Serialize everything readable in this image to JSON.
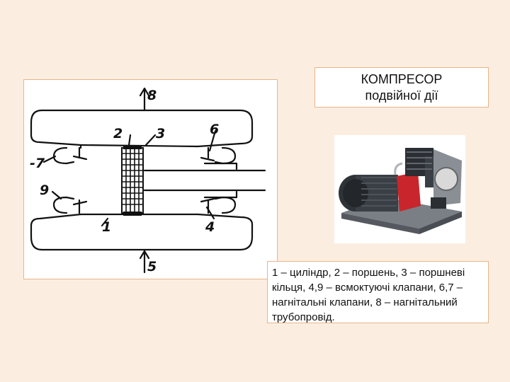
{
  "title": {
    "line1": "КОМПРЕСОР",
    "line2": "подвійної дії"
  },
  "legend": {
    "text": "1 – циліндр, 2 – поршень, 3 – поршневі кільця, 4,9 – всмоктуючі клапани, 6,7 – нагнітальні клапани, 8 – нагнітальний трубопровід."
  },
  "diagram": {
    "labels": {
      "l1": "1",
      "l2": "2",
      "l3": "3",
      "l4": "4",
      "l5": "5",
      "l6": "6",
      "l7": "-7",
      "l8": "8",
      "l9": "9"
    }
  },
  "photo": {
    "icon": "compressor-photo-icon",
    "colors": {
      "motor": "#3a3f45",
      "accent": "#c8262c",
      "frame": "#6e737a"
    }
  }
}
